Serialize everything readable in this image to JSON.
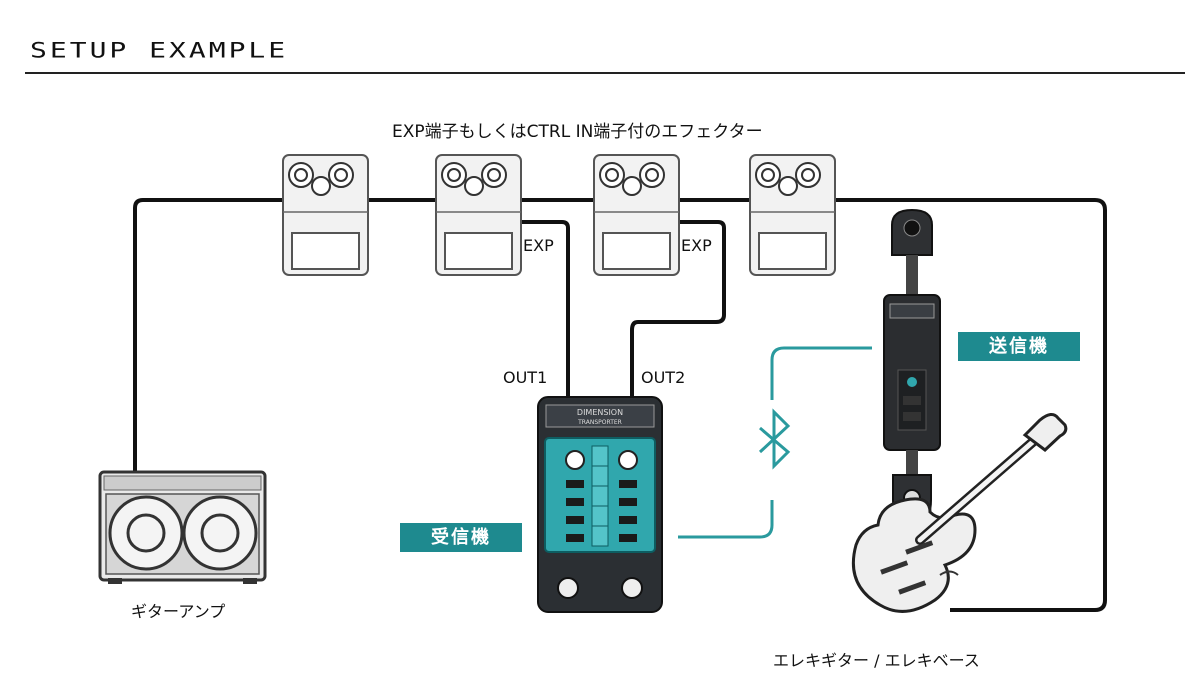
{
  "header": {
    "title": "SETUP EXAMPLE"
  },
  "diagram": {
    "effectors_label": "EXP端子もしくはCTRL IN端子付のエフェクター",
    "exp_label_1": "EXP",
    "exp_label_2": "EXP",
    "out1_label": "OUT1",
    "out2_label": "OUT2",
    "receiver_label": "受信機",
    "transmitter_label": "送信機",
    "amp_label": "ギターアンプ",
    "guitar_label": "エレキギター / エレキベース",
    "receiver_brand": "DIMENSION",
    "receiver_model": "TRANSPORTER"
  },
  "colors": {
    "teal": "#1e8a8f",
    "cable": "#111111",
    "wireless": "#2a9a9e",
    "pedal_body": "#f2f2f2"
  }
}
